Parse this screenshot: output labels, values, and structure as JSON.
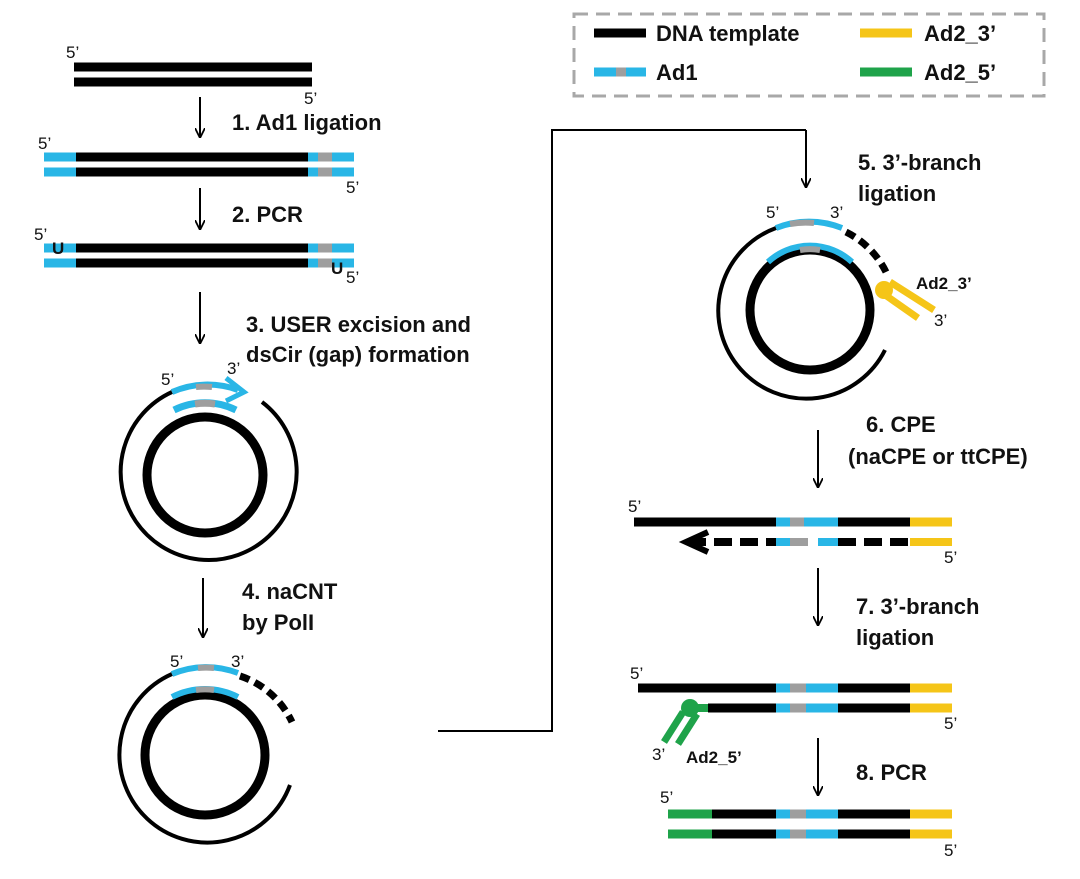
{
  "colors": {
    "template": "#000000",
    "ad1": "#29b6e6",
    "ad1_insert": "#9e9e9e",
    "ad2_3": "#f5c518",
    "ad2_5": "#1fa34a",
    "legend_border": "#a8a8a8"
  },
  "legend": {
    "dna_template": "DNA template",
    "ad1": "Ad1",
    "ad2_3": "Ad2_3’",
    "ad2_5": "Ad2_5’"
  },
  "steps": {
    "s1": "1. Ad1 ligation",
    "s2": "2. PCR",
    "s3_line1": "3. USER excision and",
    "s3_line2": "dsCir (gap) formation",
    "s4_line1": "4. naCNT",
    "s4_line2": "by PolI",
    "s5_line1": "5. 3’-branch",
    "s5_line2": "ligation",
    "s6_line1": "6. CPE",
    "s6_line2": "(naCPE or ttCPE)",
    "s7_line1": "7. 3’-branch",
    "s7_line2": "ligation",
    "s8": "8. PCR"
  },
  "ends": {
    "five": "5’",
    "three": "3’",
    "uracil": "U"
  },
  "adapter_labels": {
    "ad2_3": "Ad2_3’",
    "ad2_5": "Ad2_5’"
  }
}
